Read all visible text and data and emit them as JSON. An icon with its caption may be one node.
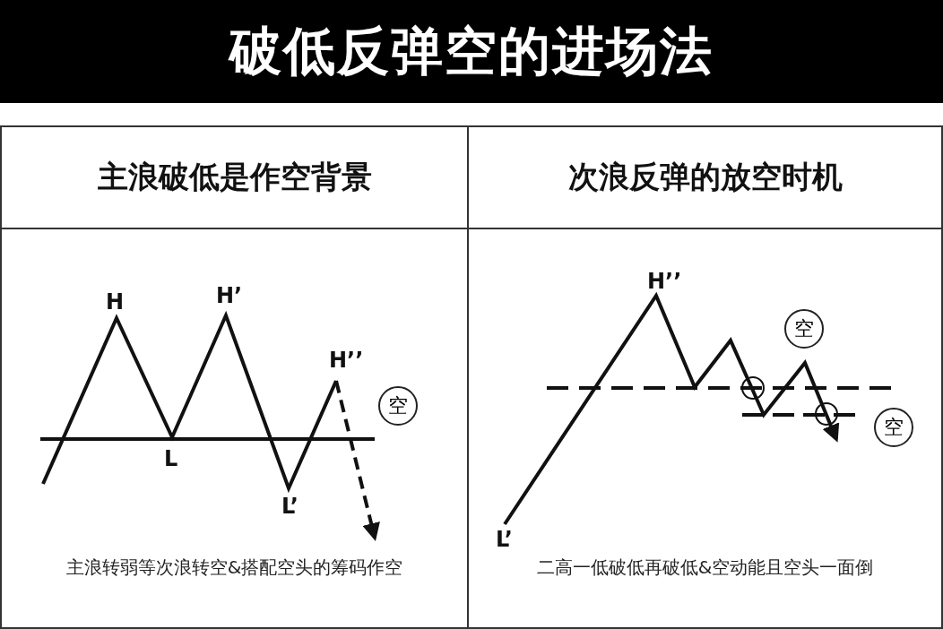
{
  "diagram": {
    "title": "破低反弹空的进场法",
    "nodes": [
      {
        "text": [
          "主浪破低是作空背景",
          "主浪转弱等次浪转空&搭配空头的筹码作空"
        ]
      },
      {
        "text": [
          "空"
        ],
        "in": 0
      },
      {
        "text": [
          "次浪反弹的放空时机",
          "二高一低破低再破低&空动能且空头一面倒"
        ]
      },
      {
        "text": [
          "空"
        ],
        "in": 2
      },
      {
        "text": [
          "空"
        ],
        "in": 2
      }
    ],
    "labels": [
      "H",
      "H’",
      "H’’",
      "L",
      "L’",
      "H’’",
      "L’"
    ]
  }
}
